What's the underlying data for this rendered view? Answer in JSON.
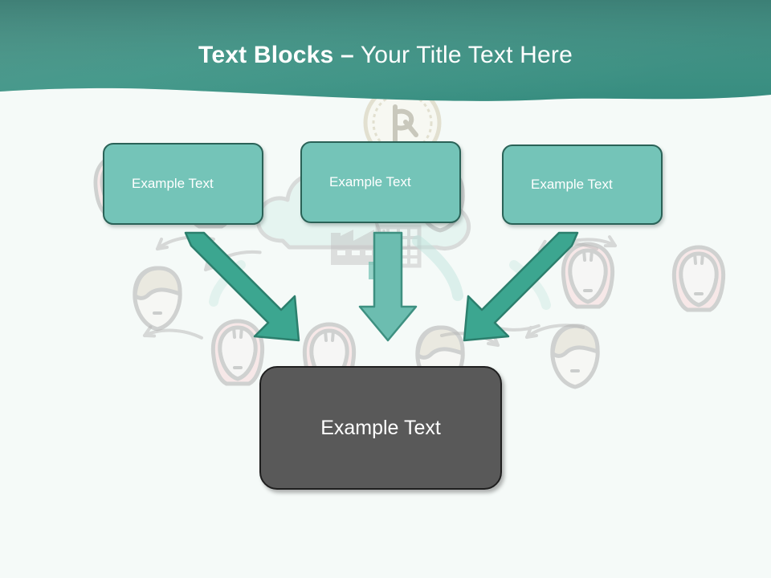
{
  "slide": {
    "background_color": "#F5FAF8",
    "accent_color": "#3CA690",
    "box_fill_color": "#74C4B8",
    "box_border_color": "#2A6257",
    "result_fill_color": "#595959",
    "result_border_color": "#1F1F1F",
    "header_gradient_from": "#3D7D74",
    "header_gradient_to": "#2E8578"
  },
  "header": {
    "title_bold": "Text Blocks –",
    "title_regular": " Your Title Text Here",
    "title_color": "#FFFFFF"
  },
  "blocks": [
    {
      "id": "block-1",
      "label": "Example Text"
    },
    {
      "id": "block-2",
      "label": "Example Text"
    },
    {
      "id": "block-3",
      "label": "Example Text"
    }
  ],
  "result": {
    "label": "Example Text"
  },
  "arrows": [
    {
      "name": "arrow-left-diagonal",
      "direction": "down-right",
      "color": "#3CA690"
    },
    {
      "name": "arrow-center-down",
      "direction": "down",
      "color": "#6CBDB0"
    },
    {
      "name": "arrow-right-diagonal",
      "direction": "down-left",
      "color": "#3CA690"
    }
  ],
  "background_illustration": {
    "name": "sketch-people-network",
    "elements": [
      "coin-medal-icon",
      "cloud-icon",
      "factory-icon",
      "spreadsheet-icon",
      "face-sketch",
      "curved-connector-arrow"
    ]
  }
}
